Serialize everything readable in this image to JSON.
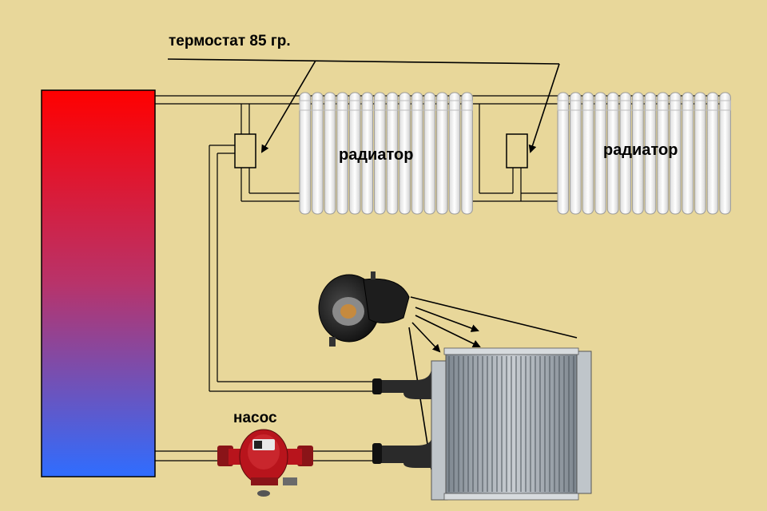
{
  "labels": {
    "thermostat": "термостат 85 гр.",
    "radiator_1": "радиатор",
    "radiator_2": "радиатор",
    "pump": "насос"
  },
  "colors": {
    "background": "#e8d79a",
    "tank_top": "#ff0000",
    "tank_middle": "#b8336a",
    "tank_bottom": "#2f6dff",
    "pump_body": "#b8141c",
    "radiator_fill": "#f4f4f4",
    "heater_core": "#9aa3ab"
  },
  "icons": {
    "boiler": "boiler-tank-icon",
    "pump": "circulation-pump-icon",
    "fan": "centrifugal-fan-icon",
    "heater_core": "heater-core-icon",
    "thermostat": "thermostat-valve-icon"
  }
}
